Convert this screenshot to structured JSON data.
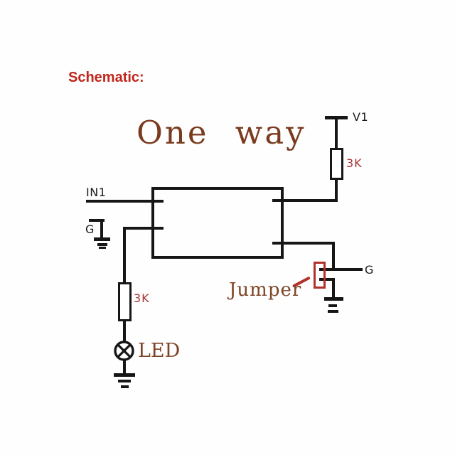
{
  "page": {
    "background": "#ffffff"
  },
  "heading": {
    "text": "Schematic:",
    "color": "#c1251b"
  },
  "title": {
    "text": "One way",
    "color": "#7a3a1e"
  },
  "schematic": {
    "labels": {
      "input": "IN1",
      "supply": "V1",
      "ground_left": "G",
      "ground_right": "G",
      "resistor_supply_value": "3K",
      "resistor_led_value": "3K",
      "led": "LED",
      "jumper": "Jumper"
    },
    "colors": {
      "wire": "#161616",
      "resistor_value_red": "#a23434",
      "jumper_red": "#b0302a",
      "annotation_brown": "#7d4526"
    }
  }
}
